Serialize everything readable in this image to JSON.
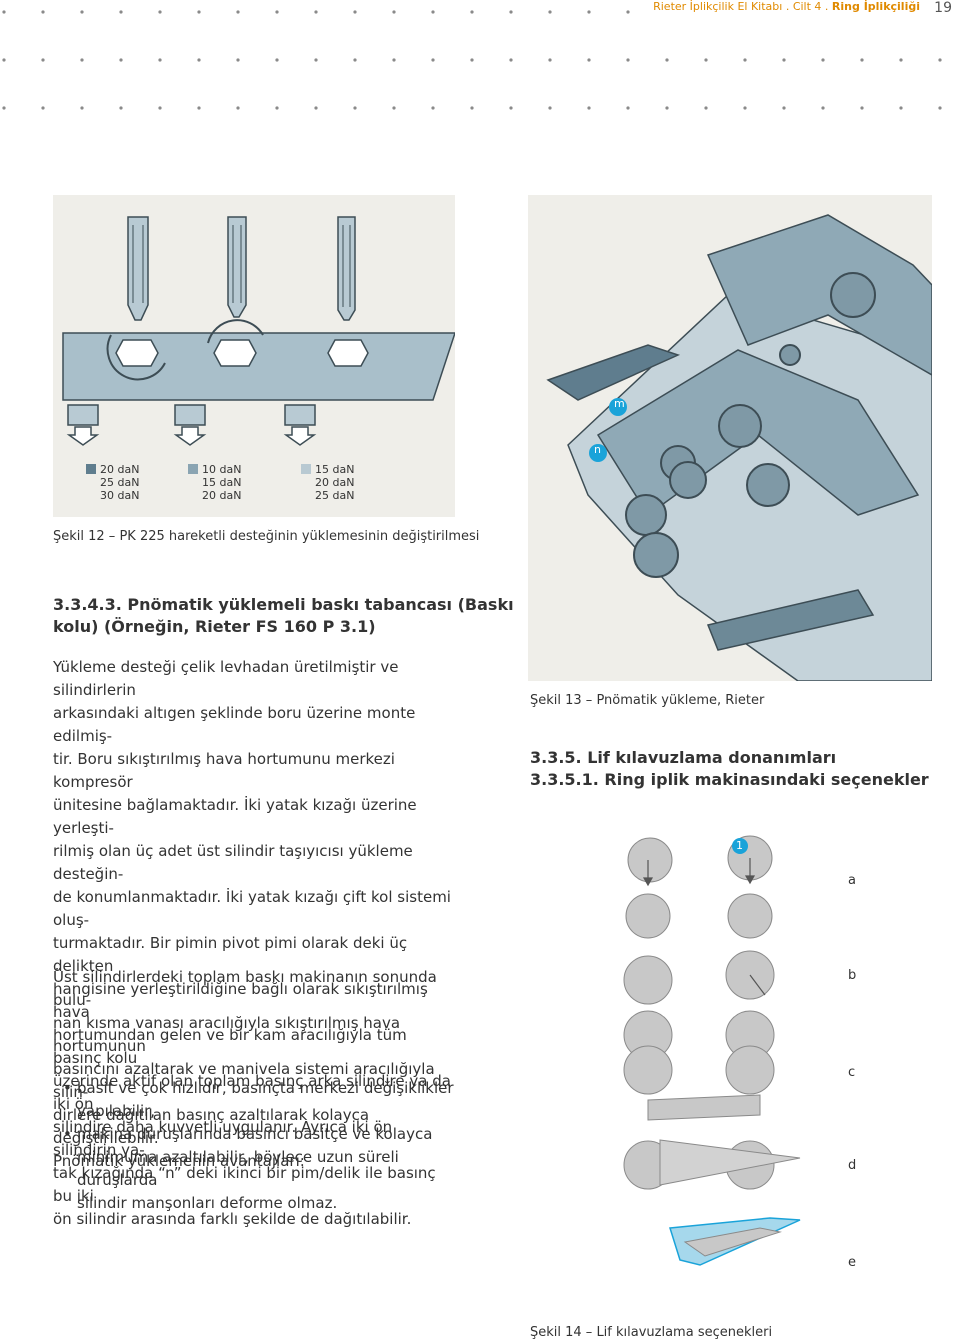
{
  "header": {
    "book": "Rieter İplikçilik El Kitabı . Cilt 4 .",
    "chapter": "Ring İplikçiliği",
    "page": "19"
  },
  "figure12": {
    "legend": [
      {
        "lines": [
          "20 daN",
          "25 daN",
          "30 daN"
        ],
        "color": "#5f7d8e"
      },
      {
        "lines": [
          "10 daN",
          "15 daN",
          "20 daN"
        ],
        "color": "#8aa4b2"
      },
      {
        "lines": [
          "15 daN",
          "20 daN",
          "25 daN"
        ],
        "color": "#b8c9d2"
      }
    ],
    "caption": "Şekil 12 – PK 225 hareketli desteğinin yüklemesinin değiştirilmesi"
  },
  "figure13": {
    "labels": {
      "m": "m",
      "n": "n"
    },
    "caption": "Şekil 13 – Pnömatik yükleme, Rieter"
  },
  "section_334": {
    "heading_line1": "3.3.4.3.  Pnömatik yüklemeli baskı tabancası (Baskı",
    "heading_line2": "kolu) (Örneğin, Rieter FS 160 P 3.1)",
    "para1": [
      "Yükleme desteği çelik levhadan üretilmiştir ve silindirlerin",
      "arkasındaki altıgen şeklinde boru üzerine monte edilmiş-",
      "tir. Boru sıkıştırılmış hava hortumunu merkezi kompresör",
      "ünitesine bağlamaktadır. İki yatak kızağı üzerine yerleşti-",
      "rilmiş olan üç adet üst silindir taşıyıcısı yükleme desteğin-",
      "de konumlanmaktadır. İki yatak kızağı çift kol sistemi oluş-",
      "turmaktadır. Bir pimin pivot pimi olarak deki üç delikten",
      "hangisine yerleştirildiğine bağlı olarak sıkıştırılmış hava",
      "hortumundan gelen ve bir kam aracılığıyla tüm basınç kolu",
      "üzerinde aktif olan toplam basınç arka silindire ya da iki ön",
      "silindire daha kuvvetli uygulanır. Ayrıca iki ön silindirin ya-",
      "tak kızağında “n” deki ikinci bir pim/delik ile basınç bu iki",
      "ön silindir arasında farklı şekilde de dağıtılabilir."
    ],
    "para2": [
      "Üst silindirlerdeki toplam baskı makinanın sonunda bulu-",
      "nan kısma vanası aracılığıyla sıkıştırılmış hava hortumunun",
      "basıncını azaltarak ve manivela sistemi aracılığıyla silin-",
      "dirlere dağıtılan basınç azaltılarak kolayca değiştirilebilir.",
      "Pnömatik yüklemenin avantajları:"
    ],
    "bullets": [
      [
        "basit ve çok hızlıdır, basınçta merkezi değişiklikler",
        "yapılabilir,"
      ],
      [
        "makina duruşlarında basıncı basitçe ve kolayca",
        "minimuma azaltılabilir, böylece uzun süreli duruşlarda",
        "silindir manşonları deforme olmaz."
      ]
    ]
  },
  "section_335": {
    "heading1": "3.3.5.  Lif kılavuzlama donanımları",
    "heading2": "3.3.5.1.  Ring iplik makinasındaki seçenekler"
  },
  "figure14": {
    "marker": "1",
    "labels": {
      "a": "a",
      "b": "b",
      "c": "c",
      "d": "d",
      "e": "e"
    },
    "caption": "Şekil 14 – Lif kılavuzlama seçenekleri",
    "accent": "#1aa3d9"
  }
}
